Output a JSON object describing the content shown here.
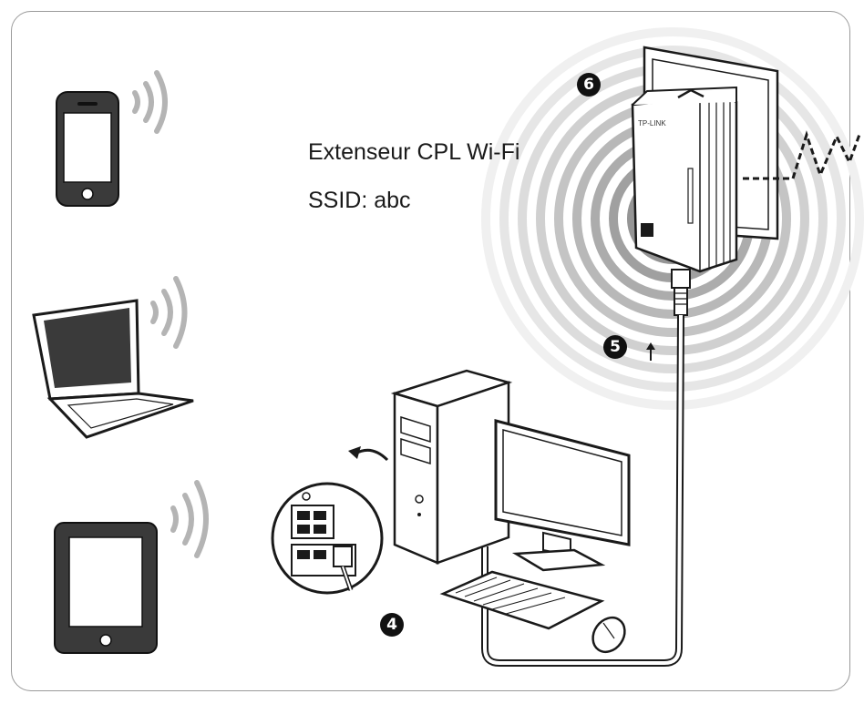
{
  "extender": {
    "name": "Extenseur CPL Wi-Fi",
    "ssid": "SSID: abc",
    "brand": "TP-LINK"
  },
  "steps": {
    "s4": "4",
    "s5": "5",
    "s6": "6"
  },
  "devices": [
    "smartphone",
    "laptop",
    "tablet"
  ],
  "icons": [
    "wifi-signal-icon",
    "rotate-arrow-icon",
    "up-arrow-icon"
  ],
  "colors": {
    "line": "#1a1a1a",
    "ring": "#b0b0b0",
    "frame": "#9a9a9a"
  }
}
